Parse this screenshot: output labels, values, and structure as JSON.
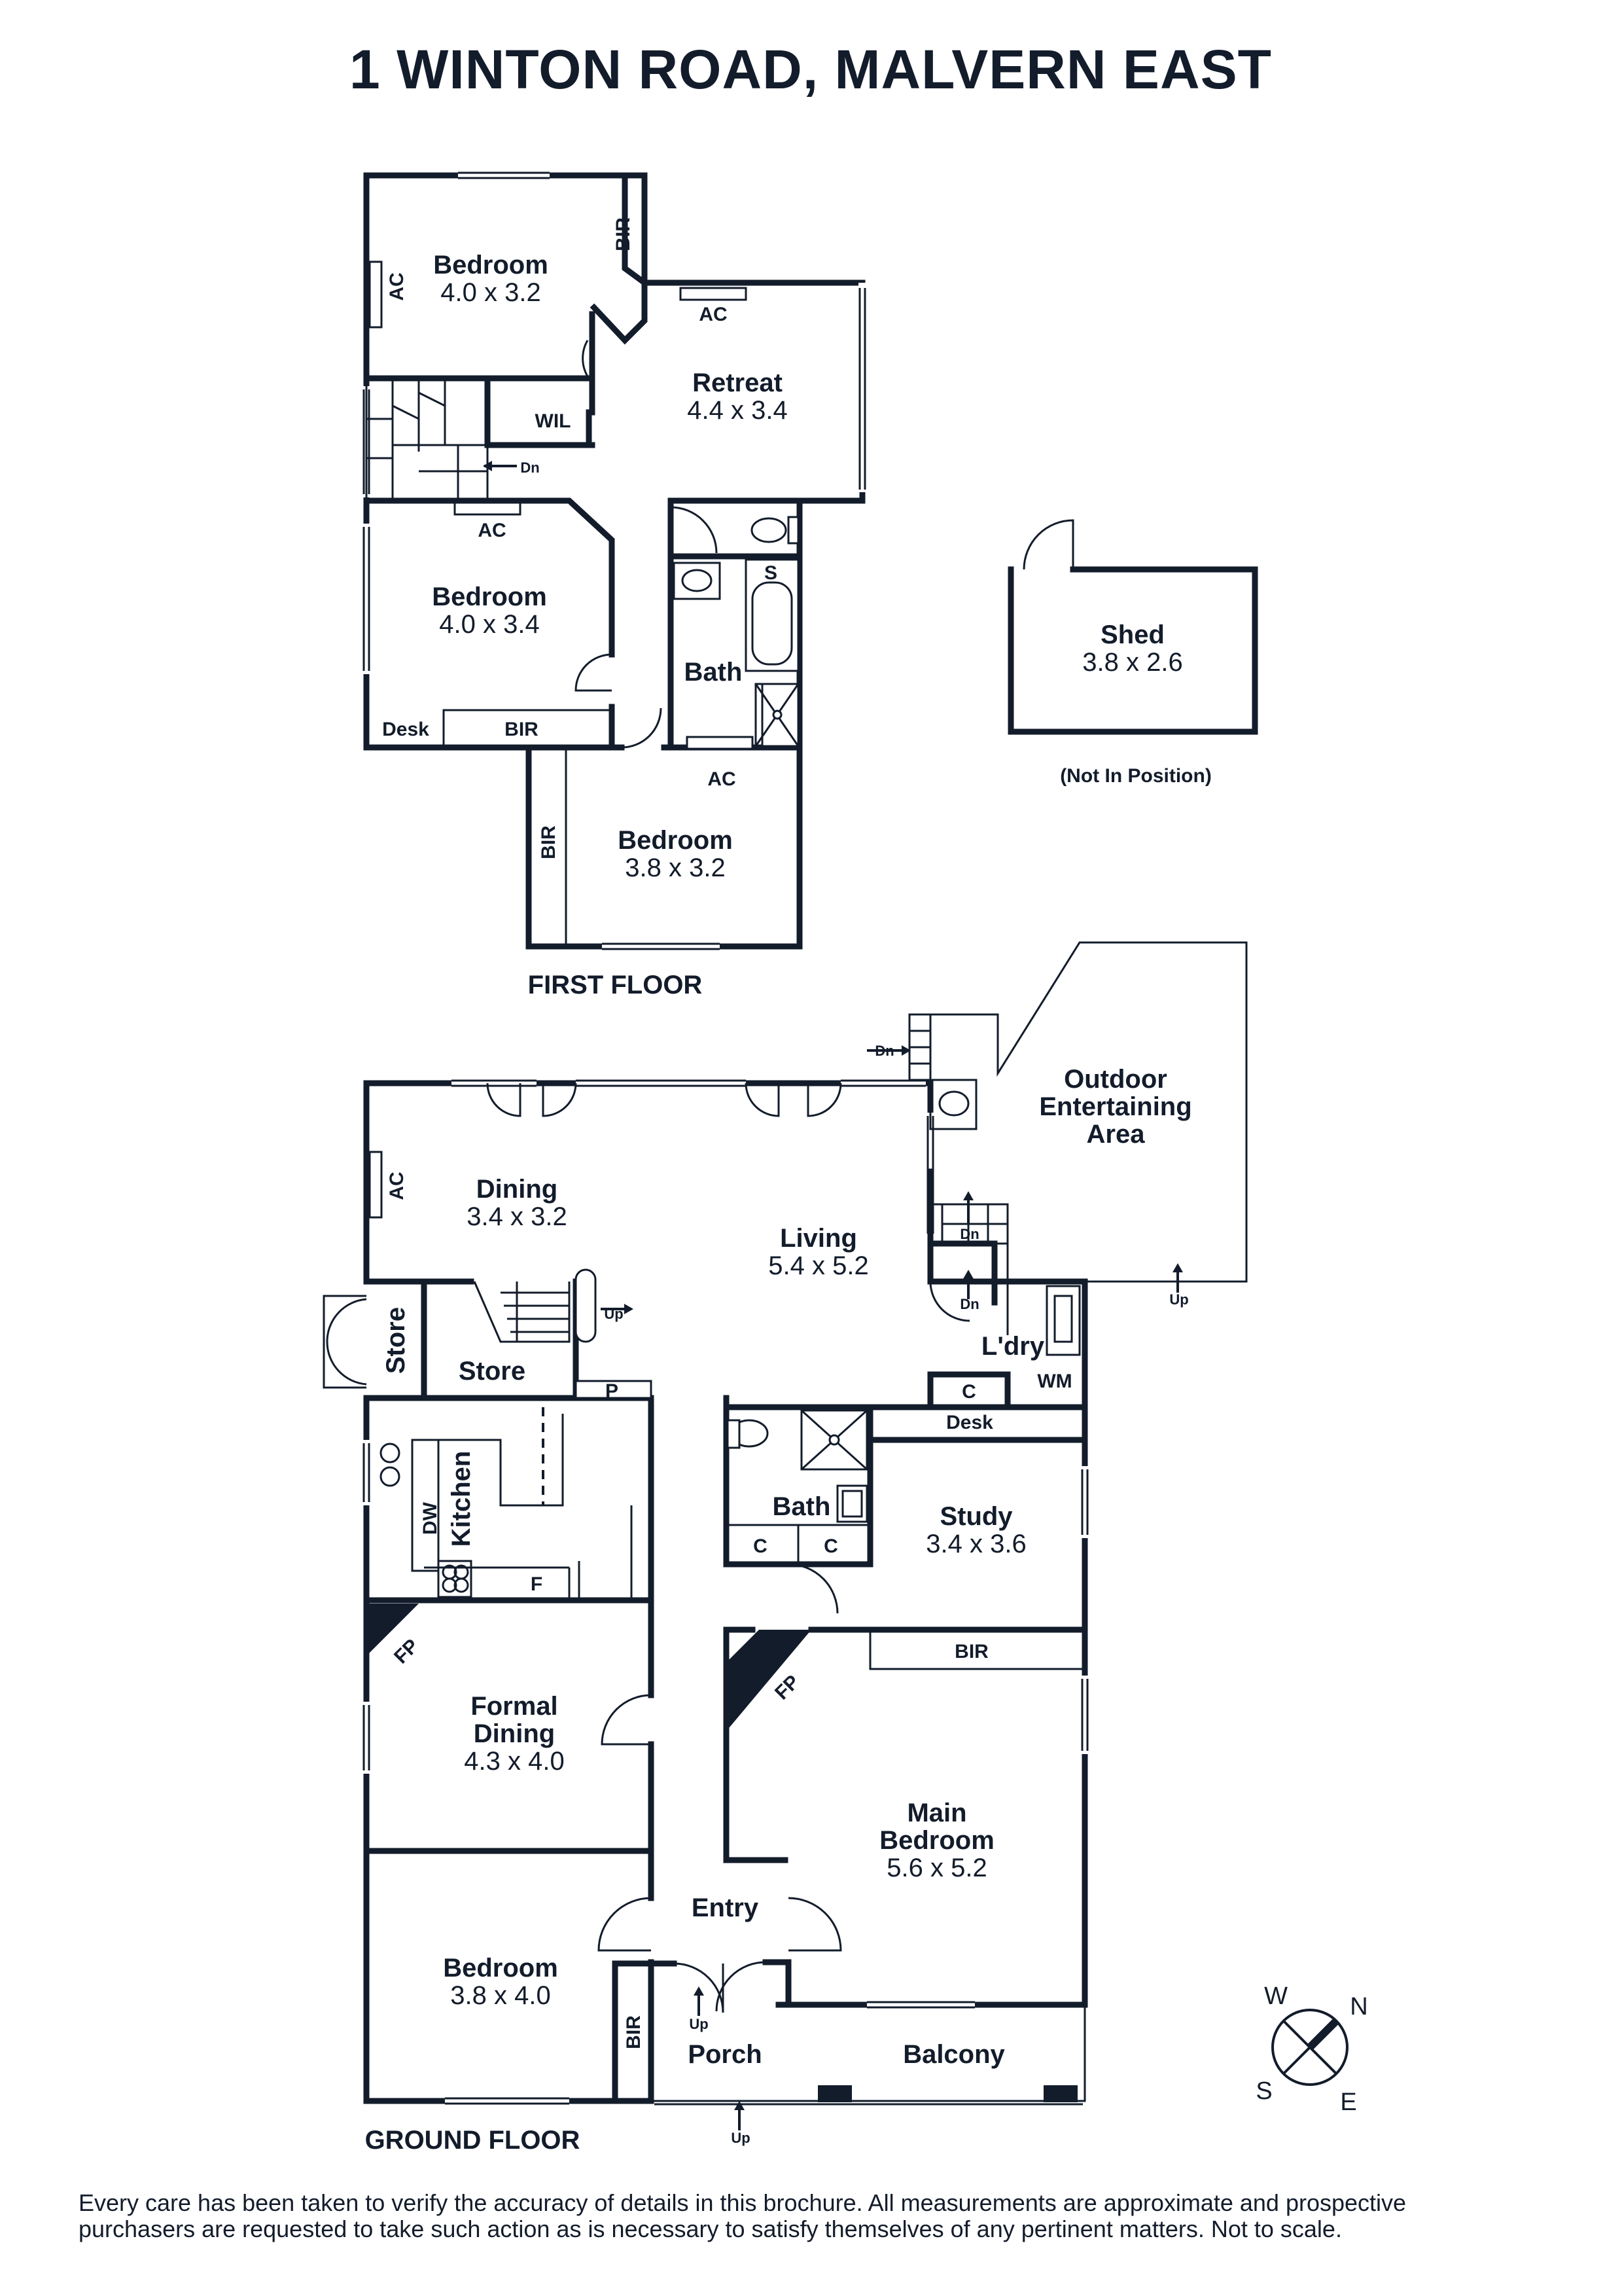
{
  "title": "1 WINTON ROAD, MALVERN EAST",
  "floors": {
    "first": "FIRST FLOOR",
    "ground": "GROUND FLOOR"
  },
  "rooms": {
    "ff_bed1": {
      "name": "Bedroom",
      "dims": "4.0 x 3.2"
    },
    "ff_retreat": {
      "name": "Retreat",
      "dims": "4.4 x 3.4"
    },
    "ff_bed2": {
      "name": "Bedroom",
      "dims": "4.0 x 3.4"
    },
    "ff_bath": {
      "name": "Bath"
    },
    "ff_bed3": {
      "name": "Bedroom",
      "dims": "3.8 x 3.2"
    },
    "shed": {
      "name": "Shed",
      "dims": "3.8 x 2.6",
      "note": "(Not In Position)"
    },
    "outdoor": {
      "name_lines": [
        "Outdoor",
        "Entertaining",
        "Area"
      ]
    },
    "dining": {
      "name": "Dining",
      "dims": "3.4 x 3.2"
    },
    "living": {
      "name": "Living",
      "dims": "5.4 x 5.2"
    },
    "laundry": {
      "name": "L'dry"
    },
    "store_a": {
      "name": "Store"
    },
    "store_b": {
      "name": "Store"
    },
    "kitchen": {
      "name": "Kitchen"
    },
    "gf_bath": {
      "name": "Bath"
    },
    "study": {
      "name": "Study",
      "dims": "3.4 x 3.6"
    },
    "formal": {
      "name_lines": [
        "Formal",
        "Dining"
      ],
      "dims": "4.3 x 4.0"
    },
    "main_bed": {
      "name_lines": [
        "Main",
        "Bedroom"
      ],
      "dims": "5.6 x 5.2"
    },
    "entry": {
      "name": "Entry"
    },
    "gf_bed": {
      "name": "Bedroom",
      "dims": "3.8 x 4.0"
    },
    "porch": {
      "name": "Porch"
    },
    "balcony": {
      "name": "Balcony"
    }
  },
  "fixtures": {
    "ac": "AC",
    "bir": "BIR",
    "wil": "WIL",
    "desk": "Desk",
    "shower": "S",
    "cupboard": "C",
    "wm": "WM",
    "pantry": "P",
    "fridge": "F",
    "dw": "DW",
    "fp": "FP",
    "up": "Up",
    "dn": "Dn"
  },
  "compass": {
    "n": "N",
    "e": "E",
    "s": "S",
    "w": "W"
  },
  "disclaimer": {
    "line1": "Every care has been taken to verify the accuracy of details in this brochure. All measurements are approximate and prospective",
    "line2": "purchasers are requested to take such action as is necessary to satisfy themselves of any pertinent matters. Not to scale."
  }
}
